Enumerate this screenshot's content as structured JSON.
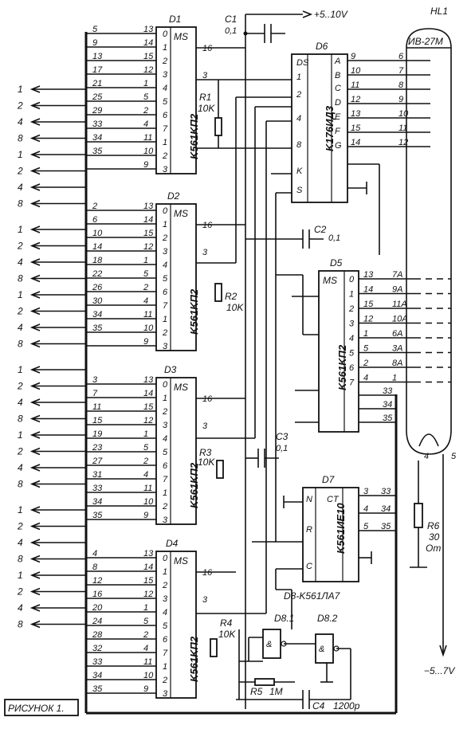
{
  "figure_caption": "РИСУНОК 1.",
  "power_label": "+5..10V",
  "neg_supply_label": "−5...7V",
  "gate_chip_label": "D8-K561ЛА7",
  "bus_labels": [
    "1",
    "2",
    "3",
    "4",
    "5",
    "6",
    "7",
    "8",
    "9",
    "10",
    "11",
    "12",
    "13",
    "14",
    "15",
    "16",
    "17",
    "18",
    "19",
    "20",
    "21",
    "22",
    "23",
    "24",
    "25",
    "26",
    "27",
    "28",
    "29",
    "30",
    "31",
    "32",
    "33",
    "34",
    "35"
  ],
  "mux_chips": [
    {
      "id": "D1",
      "type": "K561KП2",
      "inputs": [
        "5",
        "9",
        "13",
        "17",
        "21",
        "25",
        "29",
        "33",
        "34",
        "35"
      ],
      "pins": [
        "13",
        "14",
        "15",
        "12",
        "1",
        "5",
        "2",
        "4",
        "11",
        "10",
        "9"
      ],
      "out_pin": "3",
      "ms_pin": "16"
    },
    {
      "id": "D2",
      "type": "K561KП2",
      "inputs": [
        "2",
        "6",
        "10",
        "14",
        "18",
        "22",
        "26",
        "30",
        "34",
        "35"
      ],
      "pins": [
        "13",
        "14",
        "15",
        "12",
        "1",
        "5",
        "2",
        "4",
        "11",
        "10",
        "9"
      ],
      "out_pin": "3",
      "ms_pin": "16"
    },
    {
      "id": "D3",
      "type": "K561KП2",
      "inputs": [
        "3",
        "7",
        "11",
        "15",
        "19",
        "23",
        "27",
        "31",
        "33",
        "34",
        "35"
      ],
      "pins": [
        "13",
        "14",
        "15",
        "12",
        "1",
        "5",
        "2",
        "4",
        "11",
        "10",
        "9"
      ],
      "out_pin": "3",
      "ms_pin": "16"
    },
    {
      "id": "D4",
      "type": "K561KП2",
      "inputs": [
        "4",
        "8",
        "12",
        "16",
        "20",
        "24",
        "28",
        "32",
        "33",
        "34",
        "35"
      ],
      "pins": [
        "13",
        "14",
        "15",
        "12",
        "1",
        "5",
        "2",
        "4",
        "11",
        "10",
        "9"
      ],
      "out_pin": "3",
      "ms_pin": "16"
    }
  ],
  "decoder_chip": {
    "id": "D6",
    "type": "K176ИД3",
    "inputs": [
      "DS",
      "1",
      "2",
      "4",
      "8",
      "K",
      "S"
    ],
    "outputs": [
      "A",
      "B",
      "C",
      "D",
      "E",
      "F",
      "G"
    ],
    "out_pins": [
      "9",
      "10",
      "11",
      "12",
      "13",
      "15",
      "14"
    ],
    "hl_pins": [
      "6",
      "7",
      "8",
      "9",
      "10",
      "11",
      "12"
    ]
  },
  "grid_mux": {
    "id": "D5",
    "type": "K561KП2",
    "input_pins": [
      "13",
      "14",
      "15",
      "12",
      "1",
      "5",
      "2",
      "4"
    ],
    "outputs": [
      "7A",
      "9A",
      "11A",
      "10A",
      "6A",
      "3A",
      "8A",
      "1"
    ],
    "ctrl": [
      "33",
      "34",
      "35"
    ]
  },
  "counter": {
    "id": "D7",
    "type": "K561ИЕ10",
    "pins": [
      "N",
      "R",
      "C",
      "CT"
    ],
    "outputs": [
      "33",
      "34",
      "35"
    ],
    "out_pins": [
      "3",
      "4",
      "5"
    ]
  },
  "gates": [
    {
      "id": "D8.1"
    },
    {
      "id": "D8.2"
    }
  ],
  "display": {
    "id": "HL1",
    "type": "ИВ-27М",
    "pins": [
      "4",
      "5"
    ]
  },
  "resistors": [
    {
      "id": "R1",
      "value": "10K"
    },
    {
      "id": "R2",
      "value": "10K"
    },
    {
      "id": "R3",
      "value": "10K"
    },
    {
      "id": "R4",
      "value": "10K"
    },
    {
      "id": "R5",
      "value": "1M"
    },
    {
      "id": "R6",
      "value": "30",
      "unit": "Om"
    }
  ],
  "capacitors": [
    {
      "id": "C1",
      "value": "0,1"
    },
    {
      "id": "C2",
      "value": "0,1"
    },
    {
      "id": "C3",
      "value": "0,1"
    },
    {
      "id": "C4",
      "value": "1200p"
    }
  ],
  "left_signal_labels": [
    "1",
    "2",
    "4",
    "8",
    "1",
    "2",
    "4",
    "8",
    "1",
    "2",
    "4",
    "8",
    "1",
    "2",
    "4",
    "8",
    "1",
    "2",
    "4",
    "8",
    "1",
    "2",
    "4",
    "8",
    "1",
    "2",
    "4",
    "8",
    "1",
    "2",
    "4",
    "8"
  ]
}
